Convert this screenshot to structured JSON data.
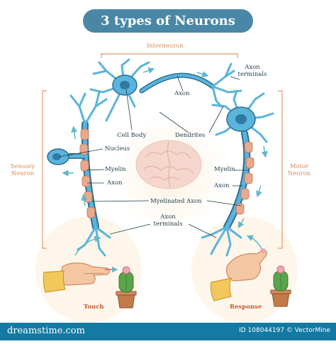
{
  "title": "3 types of Neurons",
  "labels": {
    "interneuron": "Interneuron",
    "sensory_neuron_1": "Sensory",
    "sensory_neuron_2": "Neuron",
    "motor_neuron_1": "Motor",
    "motor_neuron_2": "Neuron",
    "axon_terminals_top_1": "Axon",
    "axon_terminals_top_2": "terminals",
    "axon_top": "Axon",
    "cell_body": "Cell Body",
    "dendrites": "Dendrites",
    "nucleus": "Nucleus",
    "myelin_left": "Myelin",
    "myelin_right": "Myelin",
    "axon_left": "Axon",
    "axon_right": "Axon",
    "myelinated_axon": "Myelinated Axon",
    "axon_terminals_bottom_1": "Axon",
    "axon_terminals_bottom_2": "terminals",
    "touch": "Touch",
    "response": "Response"
  },
  "footer": {
    "watermark": "dreamstime.com",
    "stock_id": "ID 108044197 © VectorMine"
  },
  "colors": {
    "neuron_blue": "#5bb4dc",
    "neuron_outline": "#2a6f93",
    "myelin": "#e8a98e",
    "bracket_orange": "#e29a6e",
    "arrow_teal": "#5fb7c9",
    "brain": "#f4d6cd",
    "footer": "#137aa3"
  }
}
